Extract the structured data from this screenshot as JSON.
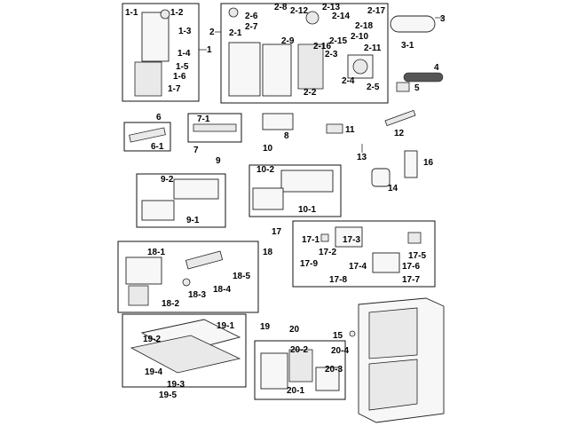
{
  "labels": {
    "c1": "1",
    "c1_1": "1-1",
    "c1_2": "1-2",
    "c1_3": "1-3",
    "c1_4": "1-4",
    "c1_5": "1-5",
    "c1_6": "1-6",
    "c1_7": "1-7",
    "c2": "2",
    "c2_1": "2-1",
    "c2_2": "2-2",
    "c2_3": "2-3",
    "c2_4": "2-4",
    "c2_5": "2-5",
    "c2_6": "2-6",
    "c2_7": "2-7",
    "c2_8": "2-8",
    "c2_9": "2-9",
    "c2_10": "2-10",
    "c2_11": "2-11",
    "c2_12": "2-12",
    "c2_13": "2-13",
    "c2_14": "2-14",
    "c2_15": "2-15",
    "c2_16": "2-16",
    "c2_17": "2-17",
    "c2_18": "2-18",
    "c3": "3",
    "c3_1": "3-1",
    "c4": "4",
    "c5": "5",
    "c6": "6",
    "c6_1": "6-1",
    "c7": "7",
    "c7_1": "7-1",
    "c8": "8",
    "c9": "9",
    "c9_1": "9-1",
    "c9_2": "9-2",
    "c10": "10",
    "c10_1": "10-1",
    "c10_2": "10-2",
    "c11": "11",
    "c12": "12",
    "c13": "13",
    "c14": "14",
    "c15": "15",
    "c16": "16",
    "c17": "17",
    "c17_1": "17-1",
    "c17_2": "17-2",
    "c17_3": "17-3",
    "c17_4": "17-4",
    "c17_5": "17-5",
    "c17_6": "17-6",
    "c17_7": "17-7",
    "c17_8": "17-8",
    "c17_9": "17-9",
    "c18": "18",
    "c18_1": "18-1",
    "c18_2": "18-2",
    "c18_3": "18-3",
    "c18_4": "18-4",
    "c18_5": "18-5",
    "c19": "19",
    "c19_1": "19-1",
    "c19_2": "19-2",
    "c19_3": "19-3",
    "c19_4": "19-4",
    "c19_5": "19-5",
    "c20": "20",
    "c20_1": "20-1",
    "c20_2": "20-2",
    "c20_3": "20-3",
    "c20_4": "20-4"
  }
}
